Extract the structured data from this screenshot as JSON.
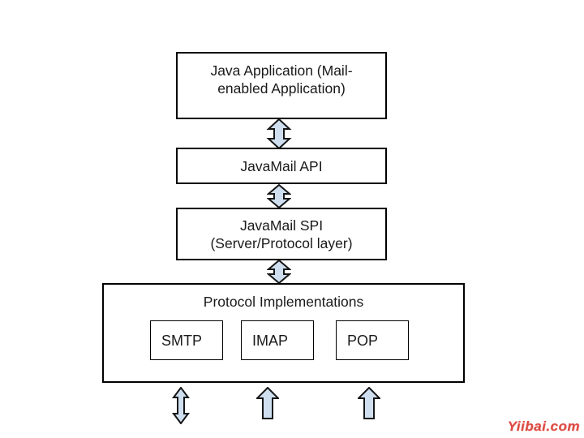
{
  "diagram": {
    "boxes": {
      "java_application": {
        "line1": "Java Application (Mail-",
        "line2": "enabled Application)"
      },
      "javamail_api": {
        "label": "JavaMail API"
      },
      "javamail_spi": {
        "line1": "JavaMail SPI",
        "line2": "(Server/Protocol layer)"
      },
      "protocol_implementations": {
        "title": "Protocol Implementations",
        "protocols": [
          {
            "label": "SMTP"
          },
          {
            "label": "IMAP"
          },
          {
            "label": "POP"
          }
        ]
      }
    },
    "arrows": {
      "app_to_api": "double-vertical-arrow",
      "api_to_spi": "double-vertical-arrow-compressed",
      "spi_to_protocols": "double-vertical-arrow-compressed",
      "bottom_left": "double-vertical-arrow",
      "bottom_middle": "up-arrow",
      "bottom_right": "up-arrow"
    },
    "colors": {
      "arrow_fill": "#cfdff0",
      "arrow_stroke": "#161616",
      "box_border": "#000000",
      "text": "#1a1a1a",
      "background": "#ffffff"
    }
  },
  "watermark": {
    "text": "Yiibai.com",
    "color": "#dc4a43"
  }
}
